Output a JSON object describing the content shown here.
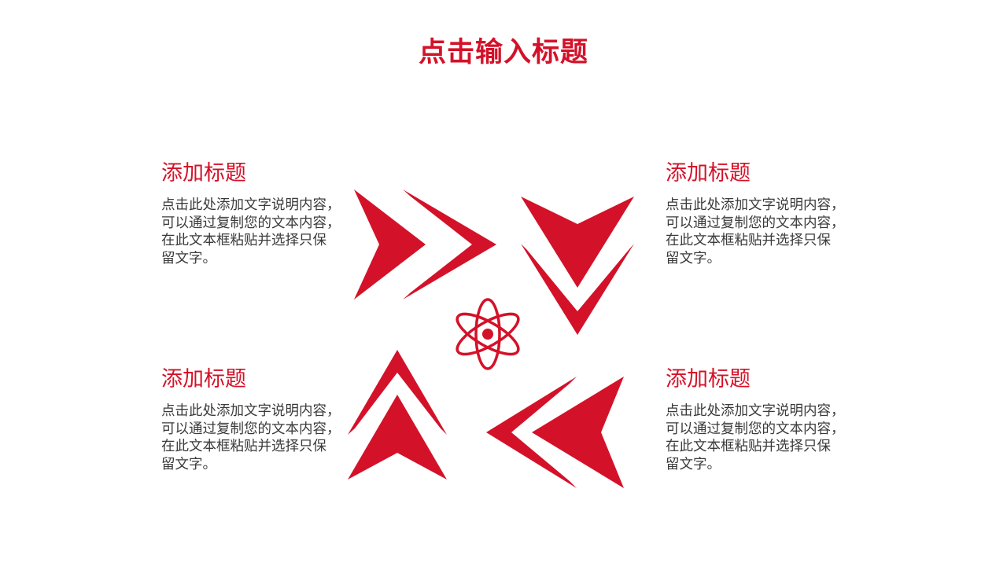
{
  "slide": {
    "title": "点击输入标题",
    "accent_color": "#d31229"
  },
  "blocks": [
    {
      "position": "top-left",
      "heading": "添加标题",
      "body": "点击此处添加文字说明内容，\n可以通过复制您的文本内容，\n在此文本框粘贴并选择只保\n留文字。"
    },
    {
      "position": "top-right",
      "heading": "添加标题",
      "body": "点击此处添加文字说明内容，\n可以通过复制您的文本内容，\n在此文本框粘贴并选择只保\n留文字。"
    },
    {
      "position": "bottom-left",
      "heading": "添加标题",
      "body": "点击此处添加文字说明内容，\n可以通过复制您的文本内容，\n在此文本框粘贴并选择只保\n留文字。"
    },
    {
      "position": "bottom-right",
      "heading": "添加标题",
      "body": "点击此处添加文字说明内容，\n可以通过复制您的文本内容，\n在此文本框粘贴并选择只保\n留文字。"
    }
  ],
  "graphics": {
    "center_icon": "atom-icon",
    "arrows": [
      "arrow-right-icon",
      "arrow-down-icon",
      "arrow-up-icon",
      "arrow-left-icon"
    ]
  }
}
